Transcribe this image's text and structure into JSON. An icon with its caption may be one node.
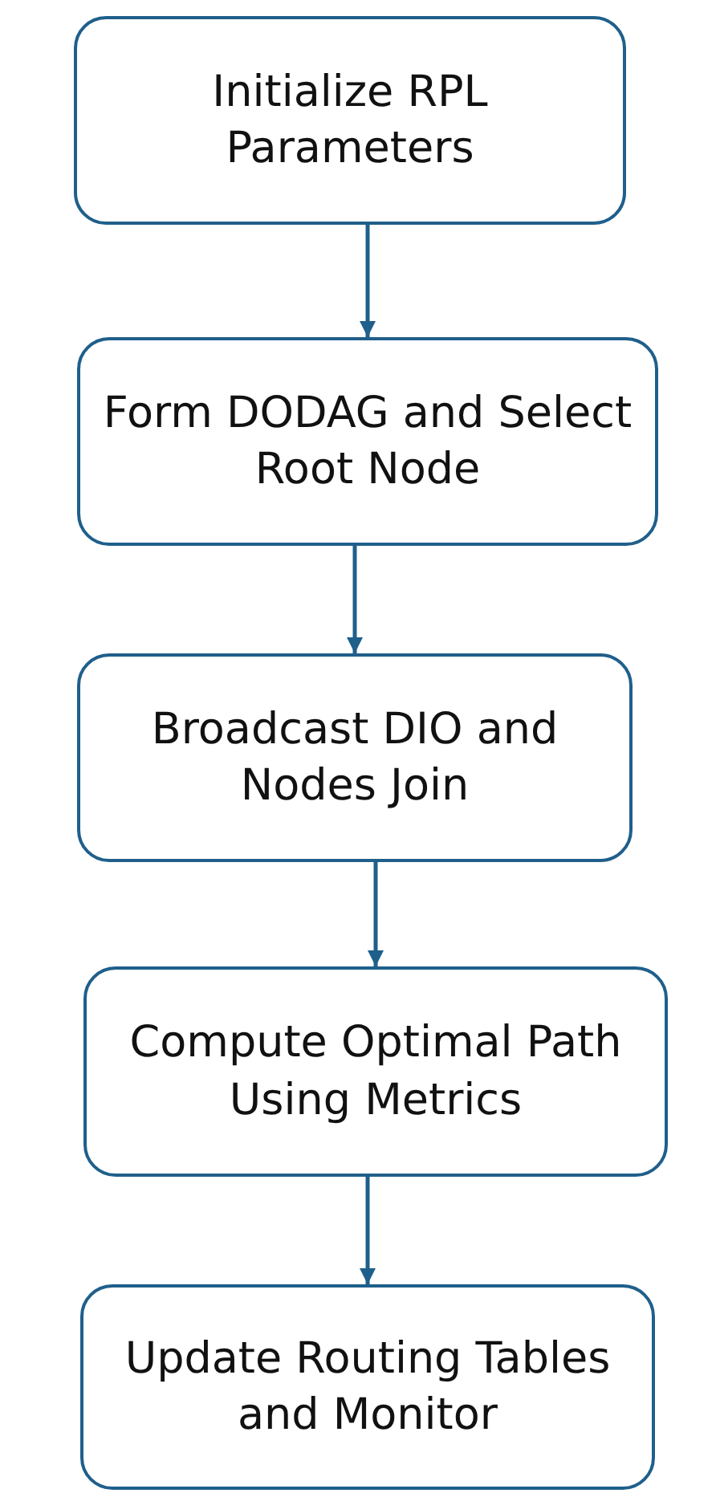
{
  "diagram": {
    "nodes": [
      {
        "text": [
          "Initialize RPL Parameters"
        ]
      },
      {
        "text": [
          "Form DODAG and Select Root Node"
        ]
      },
      {
        "text": [
          "Broadcast DIO and Nodes Join"
        ]
      },
      {
        "text": [
          "Compute Optimal Path Using Metrics"
        ]
      },
      {
        "text": [
          "Update Routing Tables and Monitor"
        ]
      }
    ],
    "edges": [
      {
        "from": 0,
        "to": 1,
        "arrow": "to"
      },
      {
        "from": 1,
        "to": 2,
        "arrow": "to"
      },
      {
        "from": 2,
        "to": 3,
        "arrow": "to"
      },
      {
        "from": 3,
        "to": 4,
        "arrow": "to"
      }
    ]
  }
}
